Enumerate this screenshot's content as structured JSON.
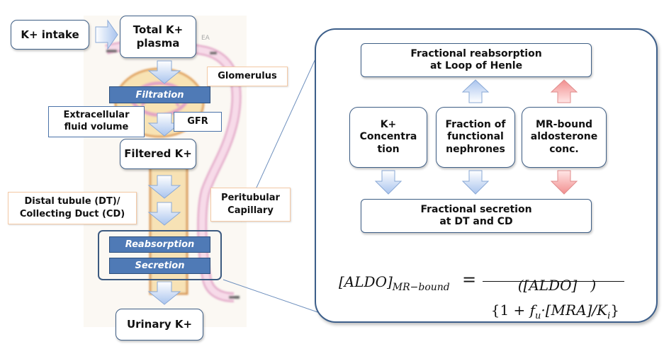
{
  "left": {
    "k_intake": "K+ intake",
    "total_k_plasma": [
      "Total K+",
      "plasma"
    ],
    "glomerulus": "Glomerulus",
    "filtration": "Filtration",
    "ecf_volume": [
      "Extracellular",
      "fluid volume"
    ],
    "gfr": "GFR",
    "filtered_k": "Filtered K+",
    "dt_cd": [
      "Distal tubule (DT)/",
      "Collecting Duct (CD)"
    ],
    "peritubular": [
      "Peritubular",
      "Capillary"
    ],
    "reabsorption": "Reabsorption",
    "secretion": "Secretion",
    "urinary_k": "Urinary K+",
    "ea_label": "EA"
  },
  "panel": {
    "reabsorption_loop": [
      "Fractional reabsorption",
      "at Loop of Henle"
    ],
    "k_concentration": [
      "K+",
      "Concentra",
      "tion"
    ],
    "functional_nephrones": [
      "Fraction of",
      "functional",
      "nephrones"
    ],
    "mr_bound": [
      "MR-bound",
      "aldosterone",
      "conc."
    ],
    "secretion_dt_cd": [
      "Fractional secretion",
      "at DT and CD"
    ],
    "formula": {
      "lhs": "[ALDO]",
      "lhs_sub": "MR−bound",
      "eq": "=",
      "numerator": "([ALDO]   )",
      "denominator_pre": "{1 + ",
      "fu": "f",
      "fu_sub": "u",
      "denominator_mid": "·[MRA]/",
      "ki": "K",
      "ki_sub": "i",
      "denominator_post": "}"
    }
  },
  "colors": {
    "box_border": "#3f5f86",
    "bar_fill": "#4f7ab6",
    "arrow_blue": "#c5d8f5",
    "arrow_red": "#f6b5b5",
    "tubule": "#f7e2b5",
    "capillary": "#e9b5d2"
  }
}
